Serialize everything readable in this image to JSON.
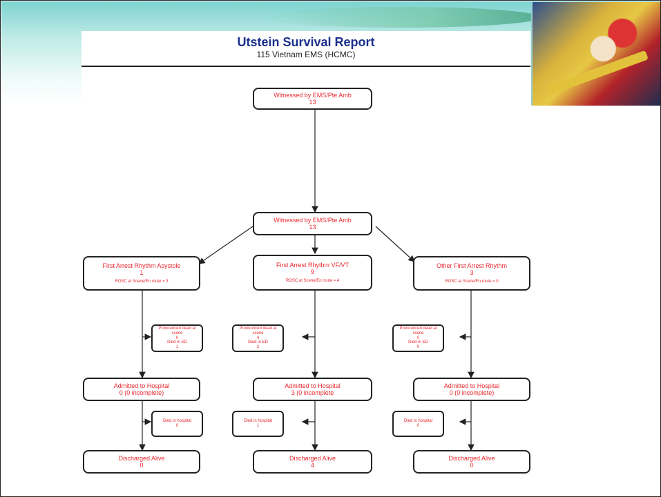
{
  "slide": {
    "title": "Utstein Survival Report",
    "subtitle": "115 Vietnam EMS (HCMC)"
  },
  "colors": {
    "node_text": "#e8262e",
    "title": "#1a2f8a",
    "border": "#222222"
  },
  "nodes": {
    "top": {
      "label": "Witnessed by EMS/Pte Amb",
      "value": "13"
    },
    "mid": {
      "label": "Witnessed by EMS/Pte Amb",
      "value": "13"
    },
    "asystole": {
      "label": "First Arrest Rhythm Asystole",
      "value": "1",
      "rosc": "ROSC at Scene/En route = 3"
    },
    "vfvt": {
      "label": "First Arrest Rhythm VF/VT",
      "value": "9",
      "rosc": "ROSC at Scene/En route = 4"
    },
    "other": {
      "label": "Other First Arrest Rhythm",
      "value": "3",
      "rosc": "ROSC at Scene/En route = 0"
    },
    "dead_left": {
      "pronounced": "Pronounced dead at scene",
      "pronounced_value": "0",
      "died_ed": "Died in ED",
      "died_ed_value": "1"
    },
    "dead_mid": {
      "pronounced": "Pronounced dead at scene",
      "pronounced_value": "4",
      "died_ed": "Died in ED",
      "died_ed_value": "2"
    },
    "dead_right": {
      "pronounced": "Pronounced dead at scene",
      "pronounced_value": "0",
      "died_ed": "Died in ED",
      "died_ed_value": "0"
    },
    "admit_left": {
      "label": "Admitted to Hospital",
      "value": "0 (0 incomplete)"
    },
    "admit_mid": {
      "label": "Admitted to Hospital",
      "value": "3 (0 incomplete"
    },
    "admit_right": {
      "label": "Admitted to Hospital",
      "value": "0 (0 incomplete)"
    },
    "died_hosp_left": {
      "label": "Died in hospital",
      "value": "0"
    },
    "died_hosp_mid": {
      "label": "Died in hospital",
      "value": "1"
    },
    "died_hosp_right": {
      "label": "Died in hospital",
      "value": "0"
    },
    "disch_left": {
      "label": "Discharged Alive",
      "value": "0"
    },
    "disch_mid": {
      "label": "Discharged Alive",
      "value": "4"
    },
    "disch_right": {
      "label": "Discharged Alive",
      "value": "0"
    }
  }
}
